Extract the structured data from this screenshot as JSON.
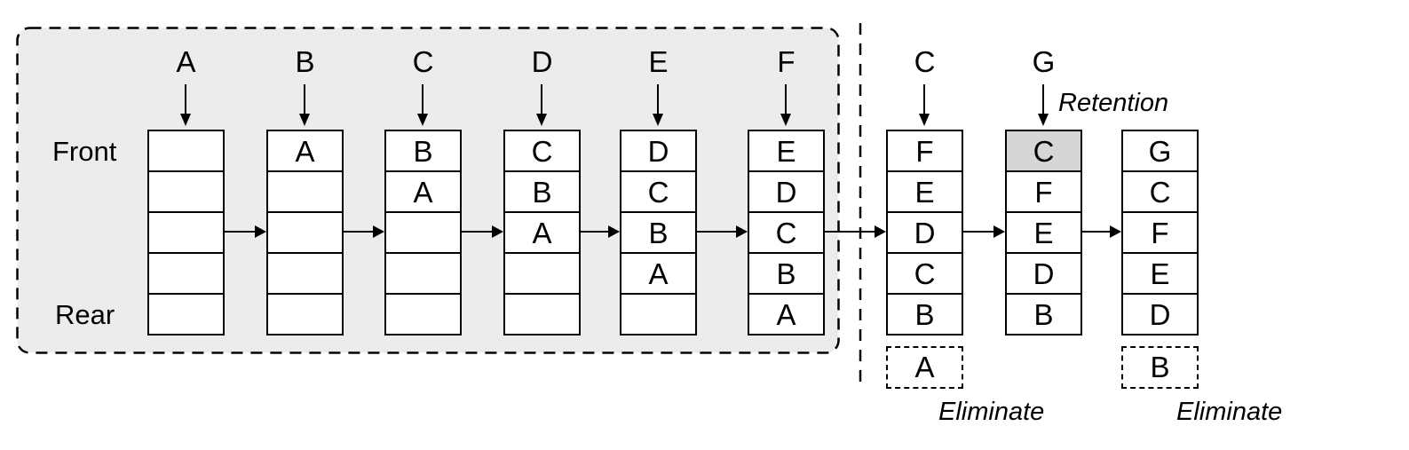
{
  "labels": {
    "front": "Front",
    "rear": "Rear",
    "retention": "Retention",
    "eliminate_left": "Eliminate",
    "eliminate_right": "Eliminate"
  },
  "columns": [
    {
      "insert": "A",
      "cells": [
        "",
        "",
        "",
        "",
        ""
      ]
    },
    {
      "insert": "B",
      "cells": [
        "A",
        "",
        "",
        "",
        ""
      ]
    },
    {
      "insert": "C",
      "cells": [
        "B",
        "A",
        "",
        "",
        ""
      ]
    },
    {
      "insert": "D",
      "cells": [
        "C",
        "B",
        "A",
        "",
        ""
      ]
    },
    {
      "insert": "E",
      "cells": [
        "D",
        "C",
        "B",
        "A",
        ""
      ]
    },
    {
      "insert": "F",
      "cells": [
        "E",
        "D",
        "C",
        "B",
        "A"
      ]
    },
    {
      "insert": "C",
      "cells": [
        "F",
        "E",
        "D",
        "C",
        "B"
      ],
      "eliminated": "A"
    },
    {
      "insert": "G",
      "cells": [
        "C",
        "F",
        "E",
        "D",
        "B"
      ],
      "retained_cell_index": 0
    },
    {
      "cells": [
        "G",
        "C",
        "F",
        "E",
        "D"
      ],
      "eliminated": "B"
    }
  ],
  "colors": {
    "history_region_fill": "#ececec",
    "retained_cell_fill": "#d6d6d6",
    "line": "#000000",
    "cell_fill": "#ffffff"
  }
}
